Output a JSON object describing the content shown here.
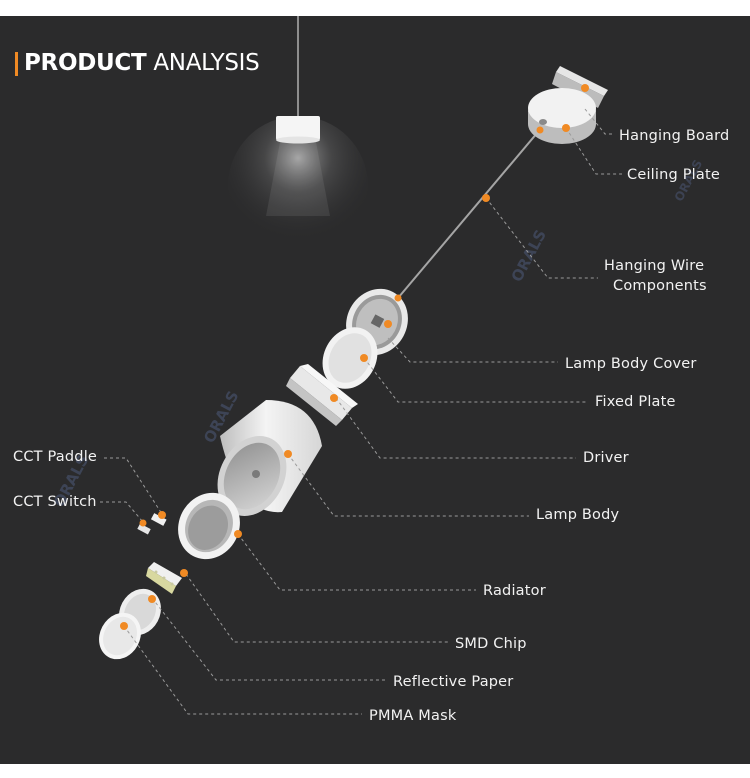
{
  "title": {
    "strong": "PRODUCT",
    "light": "ANALYSIS"
  },
  "watermark": "ORALS",
  "accent_color": "#f08a24",
  "background_color": "#2b2b2c",
  "labels": {
    "hanging_board": "Hanging Board",
    "ceiling_plate": "Ceiling Plate",
    "hanging_wire_1": "Hanging Wire",
    "hanging_wire_2": "Components",
    "lamp_body_cover": "Lamp Body Cover",
    "fixed_plate": "Fixed Plate",
    "driver": "Driver",
    "lamp_body": "Lamp Body",
    "radiator": "Radiator",
    "smd_chip": "SMD Chip",
    "reflective_paper": "Reflective Paper",
    "pmma_mask": "PMMA Mask",
    "cct_paddle": "CCT Paddle",
    "cct_switch": "CCT Switch"
  }
}
